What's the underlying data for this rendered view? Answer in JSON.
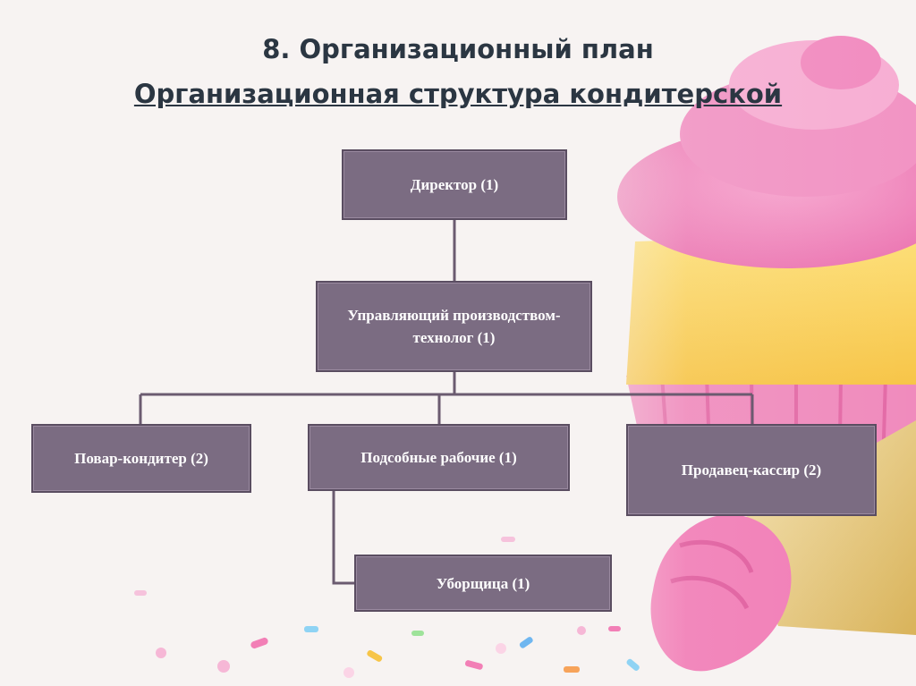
{
  "title": {
    "line1": "8. Организационный план",
    "line2": "Организационная структура кондитерской"
  },
  "org_chart": {
    "director": "Директор (1)",
    "manager": "Управляющий производством-технолог (1)",
    "pastry_chef": "Повар-кондитер (2)",
    "helpers": "Подсобные рабочие (1)",
    "cashier": "Продавец-кассир (2)",
    "cleaner": "Уборщица (1)"
  },
  "colors": {
    "box_fill": "#7b6c82",
    "box_border": "#5a4d61",
    "connector": "#6b5b70",
    "title": "#2b3642"
  }
}
